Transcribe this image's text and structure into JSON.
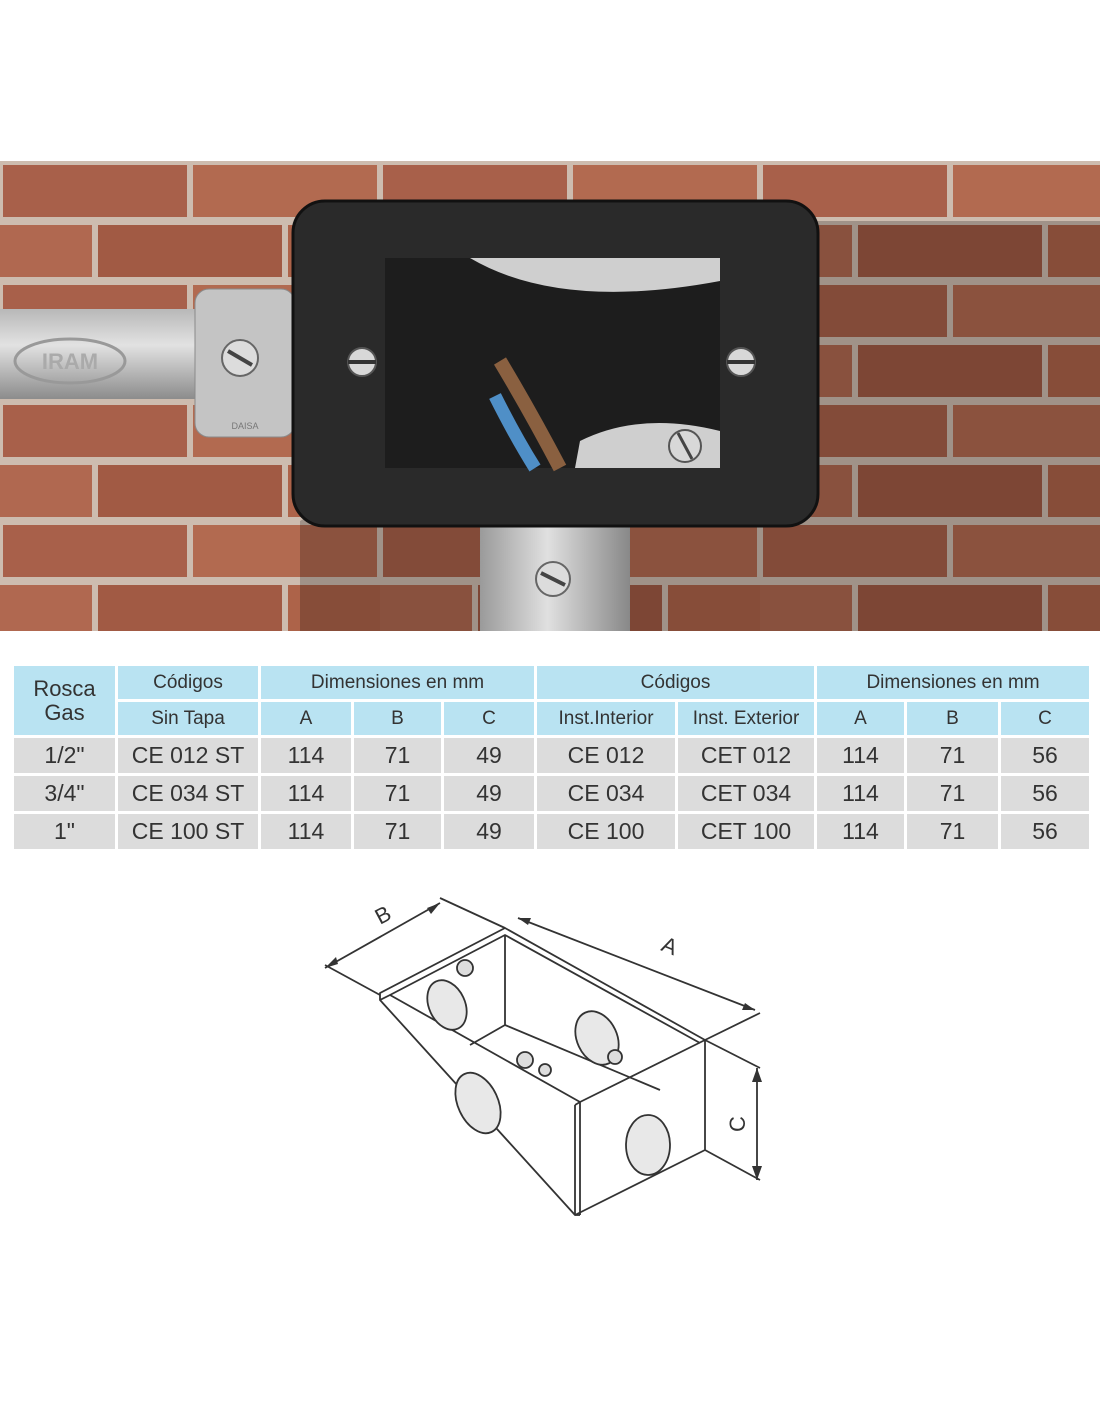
{
  "photo": {
    "pipe_brand_mark": "IRAM",
    "fitting_label": "DAISA"
  },
  "table": {
    "header": {
      "rosca_line1": "Rosca",
      "rosca_line2": "Gas",
      "codigos_1": "Códigos",
      "dimensiones_1": "Dimensiones en mm",
      "codigos_2": "Códigos",
      "dimensiones_2": "Dimensiones en mm",
      "sin_tapa": "Sin Tapa",
      "inst_interior": "Inst.Interior",
      "inst_exterior": "Inst. Exterior",
      "a1": "A",
      "b1": "B",
      "c1": "C",
      "a2": "A",
      "b2": "B",
      "c2": "C"
    },
    "rows": [
      {
        "rosca": "1/2\"",
        "sin_tapa": "CE 012 ST",
        "a1": "114",
        "b1": "71",
        "c1": "49",
        "inst_interior": "CE 012",
        "inst_exterior": "CET 012",
        "a2": "114",
        "b2": "71",
        "c2": "56"
      },
      {
        "rosca": "3/4\"",
        "sin_tapa": "CE 034 ST",
        "a1": "114",
        "b1": "71",
        "c1": "49",
        "inst_interior": "CE 034",
        "inst_exterior": "CET 034",
        "a2": "114",
        "b2": "71",
        "c2": "56"
      },
      {
        "rosca": "1\"",
        "sin_tapa": "CE 100 ST",
        "a1": "114",
        "b1": "71",
        "c1": "49",
        "inst_interior": "CE 100",
        "inst_exterior": "CET 100",
        "a2": "114",
        "b2": "71",
        "c2": "56"
      }
    ]
  },
  "drawing": {
    "label_a": "A",
    "label_b": "B",
    "label_c": "C"
  },
  "colors": {
    "header_bg": "#b9e3f2",
    "row_bg": "#dcdcdc",
    "brick": "#a8604a",
    "mortar": "#cdbcaf",
    "cover": "#2a2a2a"
  }
}
